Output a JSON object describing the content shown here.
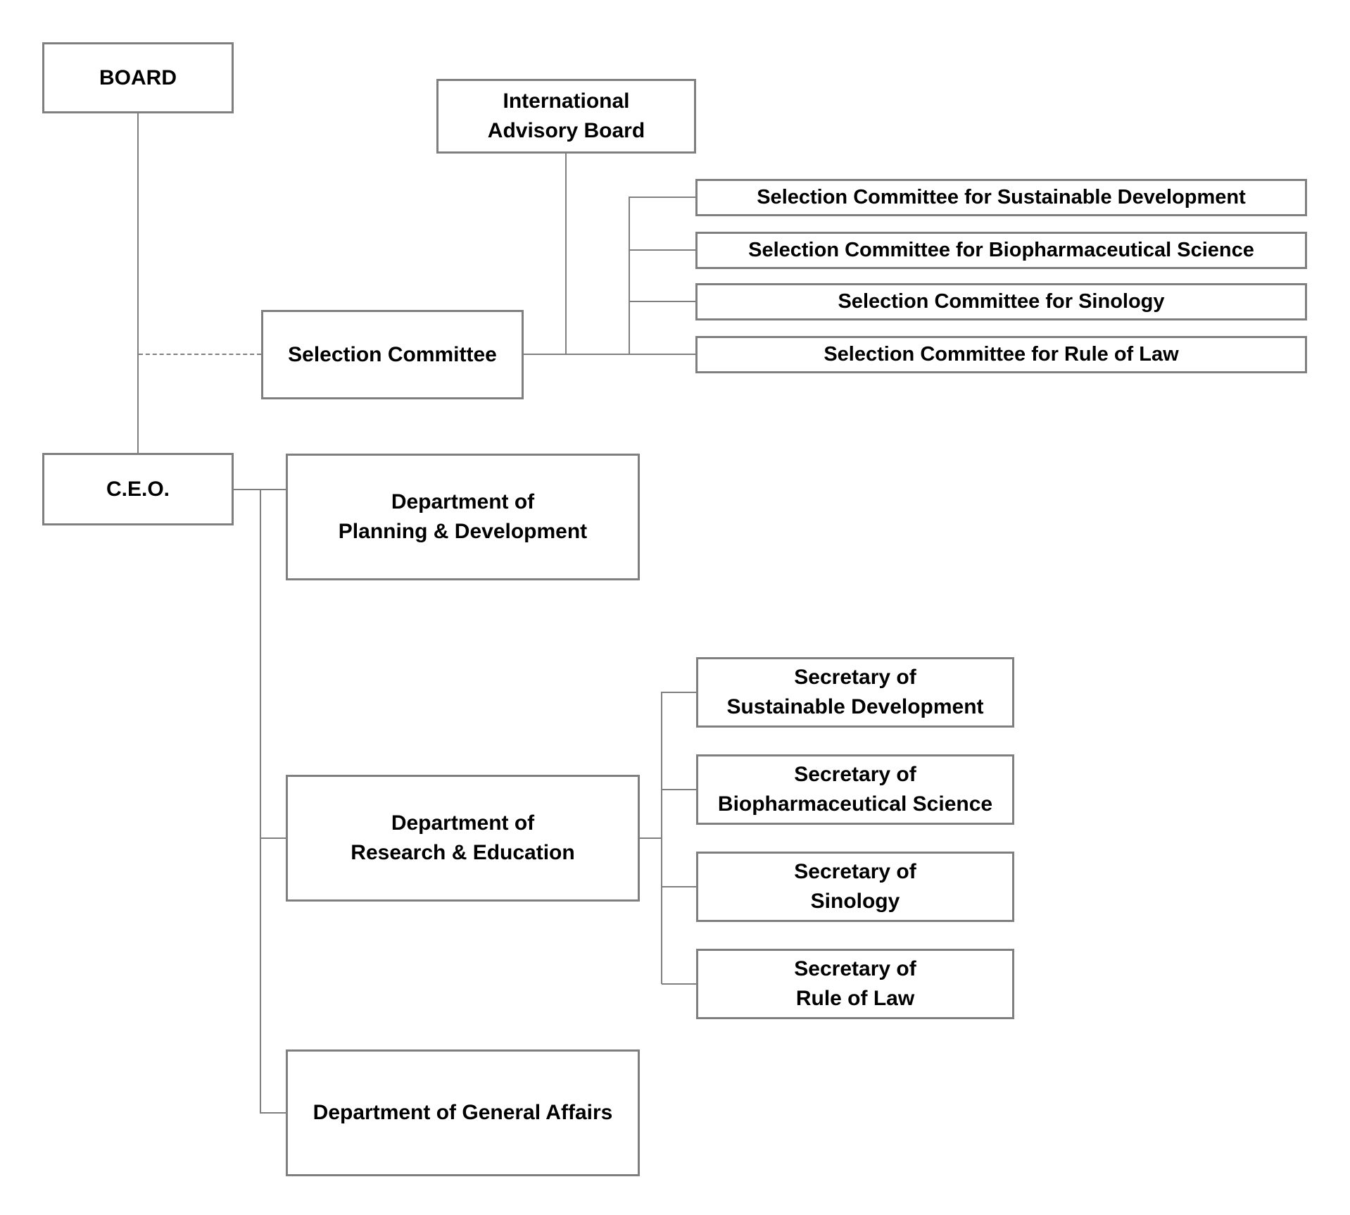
{
  "org_chart": {
    "colors": {
      "background": "#ffffff",
      "box_border": "#7f7f7f",
      "connector_line": "#7f7f7f",
      "text": "#000000"
    },
    "nodes": {
      "board": {
        "label": "BOARD"
      },
      "international_advisory_board": {
        "line1": "International",
        "line2": "Advisory Board"
      },
      "selection_committee": {
        "label": "Selection Committee"
      },
      "committee_sustainable_development": {
        "label": "Selection Committee for Sustainable Development"
      },
      "committee_biopharmaceutical_science": {
        "label": "Selection Committee for Biopharmaceutical Science"
      },
      "committee_sinology": {
        "label": "Selection Committee for Sinology"
      },
      "committee_rule_of_law": {
        "label": "Selection Committee for Rule of Law"
      },
      "ceo": {
        "label": "C.E.O."
      },
      "dept_planning_development": {
        "line1": "Department of",
        "line2": "Planning & Development"
      },
      "dept_research_education": {
        "line1": "Department of",
        "line2": "Research & Education"
      },
      "dept_general_affairs": {
        "label": "Department of General Affairs"
      },
      "secretary_sustainable_development": {
        "line1": "Secretary of",
        "line2": "Sustainable Development"
      },
      "secretary_biopharmaceutical_science": {
        "line1": "Secretary of",
        "line2": "Biopharmaceutical Science"
      },
      "secretary_sinology": {
        "line1": "Secretary of",
        "line2": "Sinology"
      },
      "secretary_rule_of_law": {
        "line1": "Secretary of",
        "line2": "Rule of Law"
      }
    },
    "edges": [
      {
        "from": "board",
        "to": "ceo",
        "style": "solid"
      },
      {
        "from": "board",
        "to": "selection_committee",
        "style": "dashed"
      },
      {
        "from": "international_advisory_board",
        "to": "selection_committee",
        "style": "solid"
      },
      {
        "from": "selection_committee",
        "to": "committee_sustainable_development",
        "style": "solid"
      },
      {
        "from": "selection_committee",
        "to": "committee_biopharmaceutical_science",
        "style": "solid"
      },
      {
        "from": "selection_committee",
        "to": "committee_sinology",
        "style": "solid"
      },
      {
        "from": "selection_committee",
        "to": "committee_rule_of_law",
        "style": "solid"
      },
      {
        "from": "ceo",
        "to": "dept_planning_development",
        "style": "solid"
      },
      {
        "from": "ceo",
        "to": "dept_research_education",
        "style": "solid"
      },
      {
        "from": "ceo",
        "to": "dept_general_affairs",
        "style": "solid"
      },
      {
        "from": "dept_research_education",
        "to": "secretary_sustainable_development",
        "style": "solid"
      },
      {
        "from": "dept_research_education",
        "to": "secretary_biopharmaceutical_science",
        "style": "solid"
      },
      {
        "from": "dept_research_education",
        "to": "secretary_sinology",
        "style": "solid"
      },
      {
        "from": "dept_research_education",
        "to": "secretary_rule_of_law",
        "style": "solid"
      }
    ]
  }
}
